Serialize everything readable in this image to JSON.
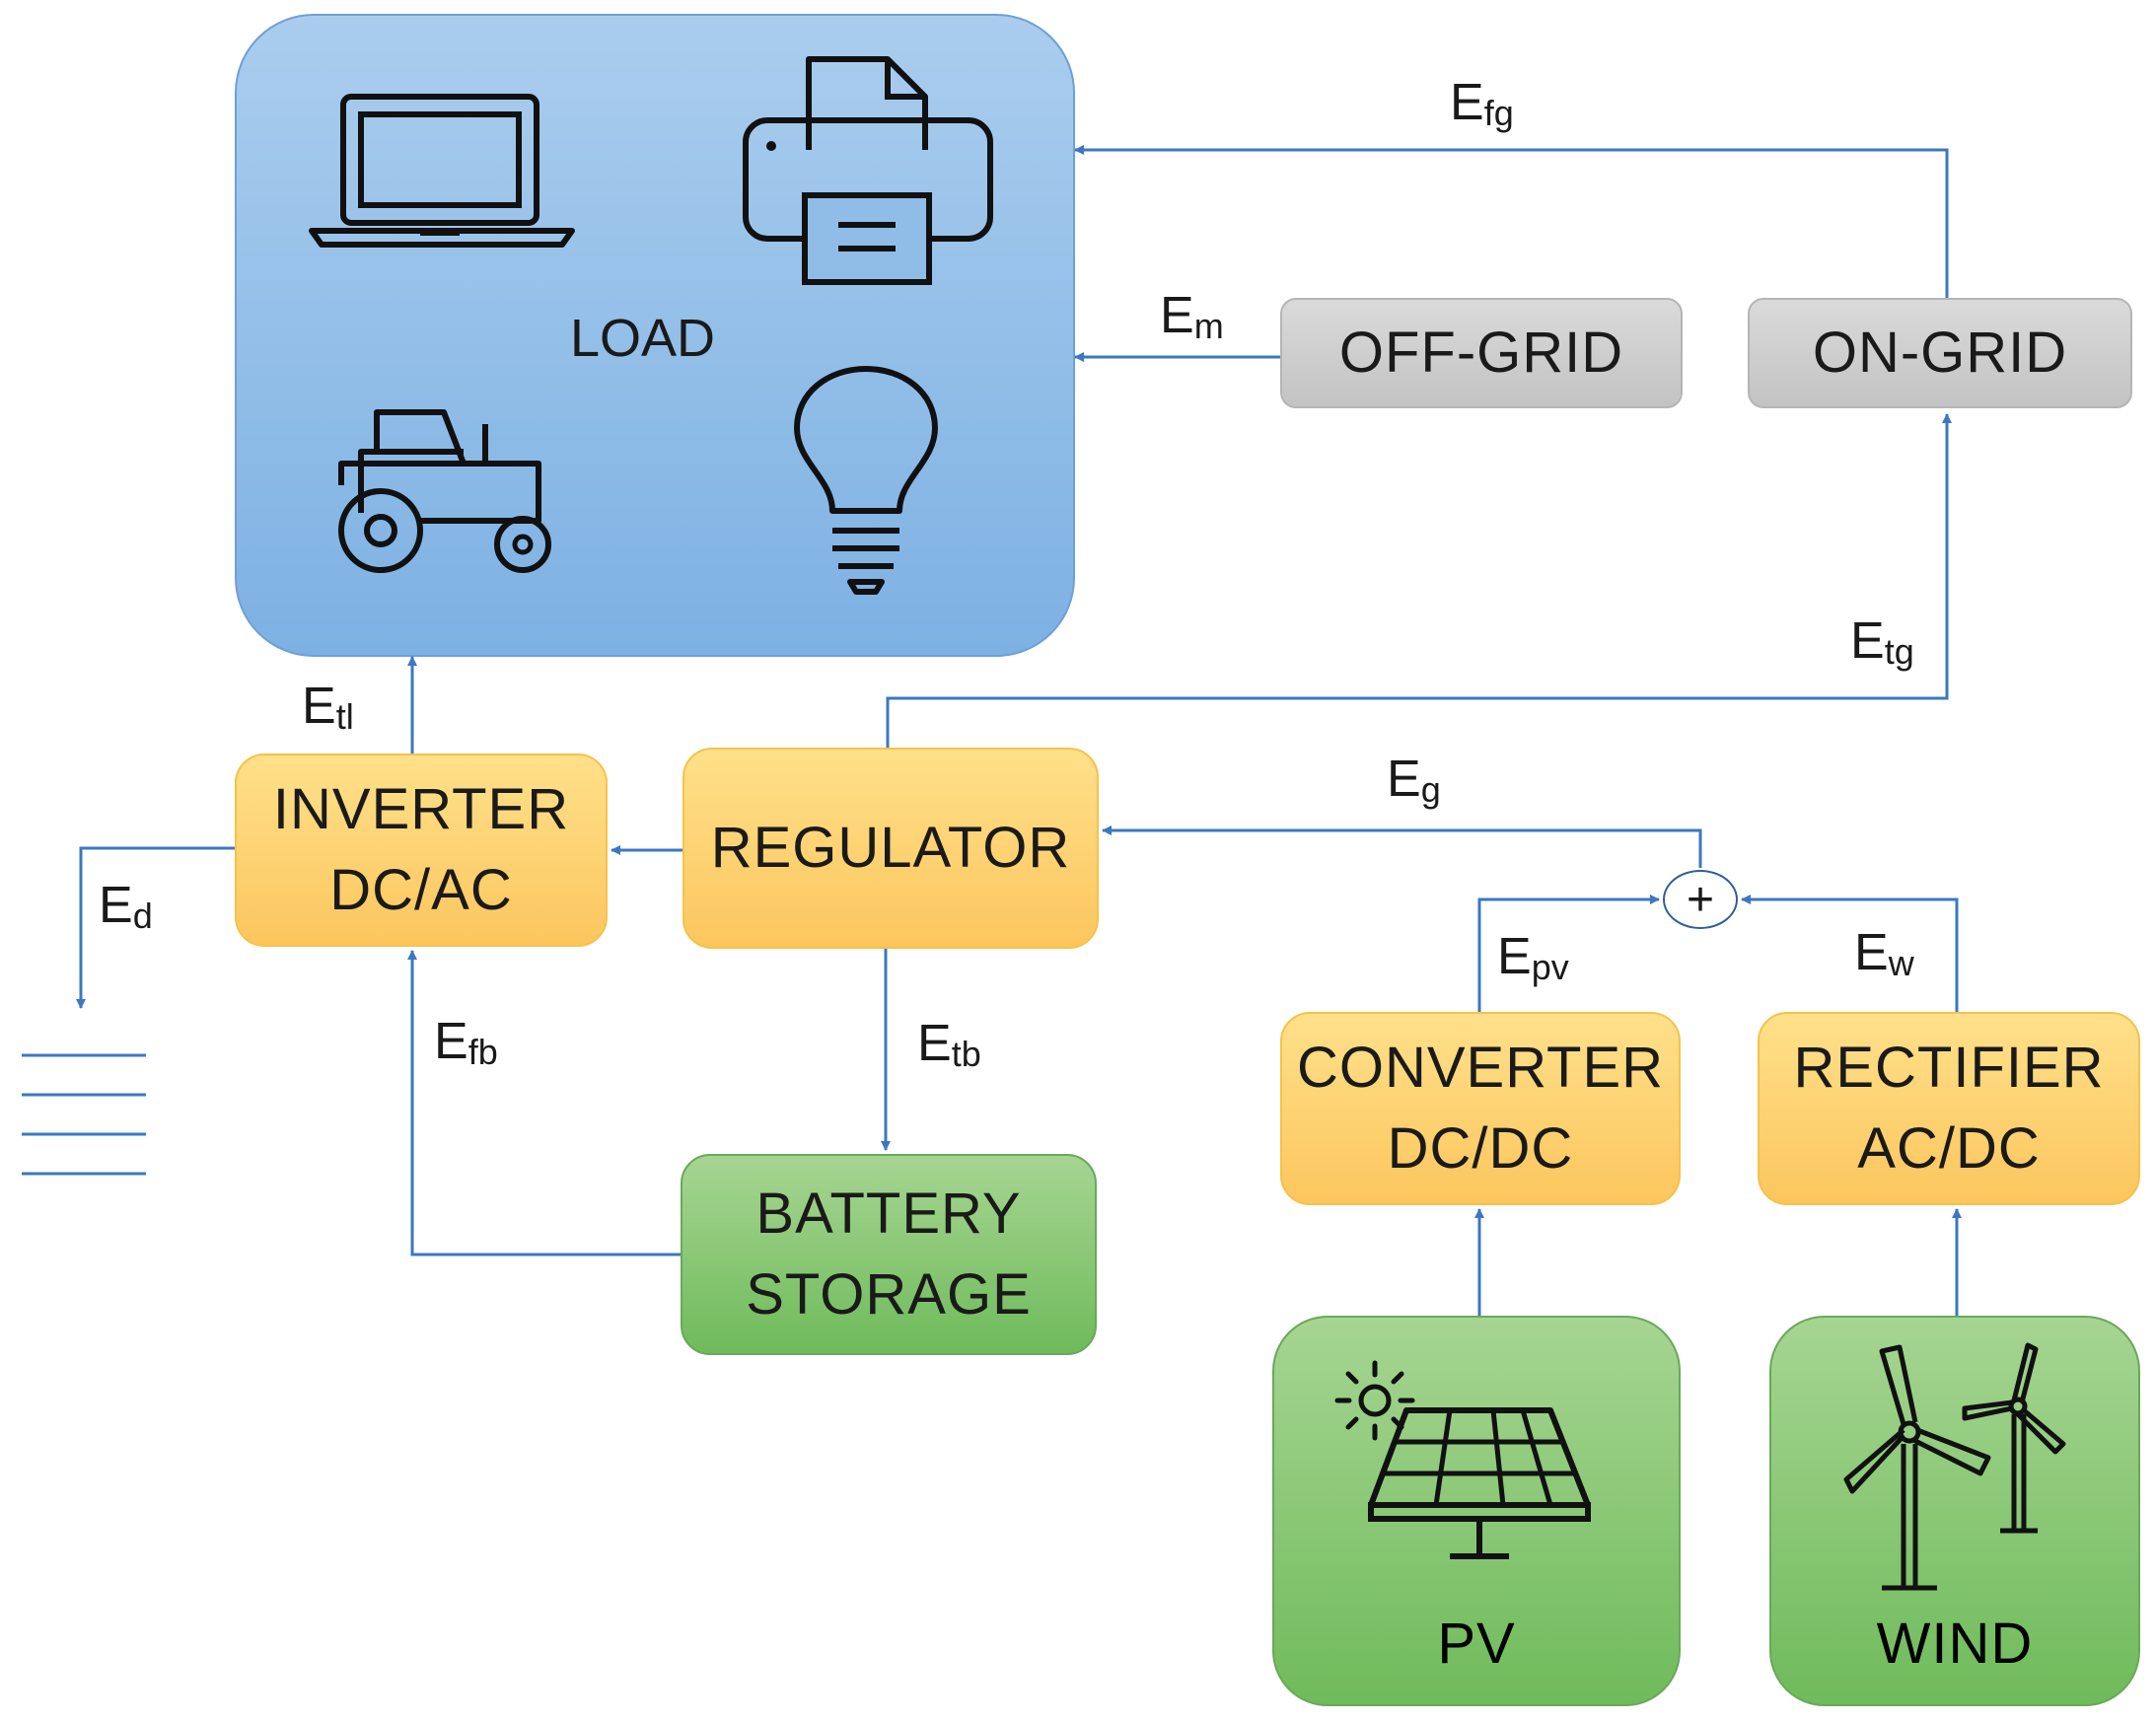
{
  "load": {
    "label": "LOAD"
  },
  "grid": {
    "off_grid": "OFF-GRID",
    "on_grid": "ON-GRID"
  },
  "blocks": {
    "inverter": [
      "INVERTER",
      "DC/AC"
    ],
    "regulator": "REGULATOR",
    "battery": [
      "BATTERY",
      "STORAGE"
    ],
    "converter": [
      "CONVERTER",
      "DC/DC"
    ],
    "rectifier": [
      "RECTIFIER",
      "AC/DC"
    ],
    "pv": "PV",
    "wind": "WIND"
  },
  "sum_symbol": "+",
  "flows": {
    "efg": {
      "main": "E",
      "sub": "fg"
    },
    "em": {
      "main": "E",
      "sub": "m"
    },
    "etg": {
      "main": "E",
      "sub": "tg"
    },
    "etl": {
      "main": "E",
      "sub": "tl"
    },
    "eg": {
      "main": "E",
      "sub": "g"
    },
    "ed": {
      "main": "E",
      "sub": "d"
    },
    "epv": {
      "main": "E",
      "sub": "pv"
    },
    "ew": {
      "main": "E",
      "sub": "w"
    },
    "efb": {
      "main": "E",
      "sub": "fb"
    },
    "etb": {
      "main": "E",
      "sub": "tb"
    }
  },
  "colors": {
    "arrow": "#3b78c0",
    "load_fill": "#8fbde8",
    "orange_fill": "#fdd276",
    "green_fill": "#86c570",
    "gray_fill": "#cfcfcf"
  },
  "icons": [
    "laptop-icon",
    "printer-icon",
    "tractor-icon",
    "light-bulb-icon",
    "sun-icon",
    "solar-panel-icon",
    "wind-turbine-icon",
    "ground-icon"
  ]
}
